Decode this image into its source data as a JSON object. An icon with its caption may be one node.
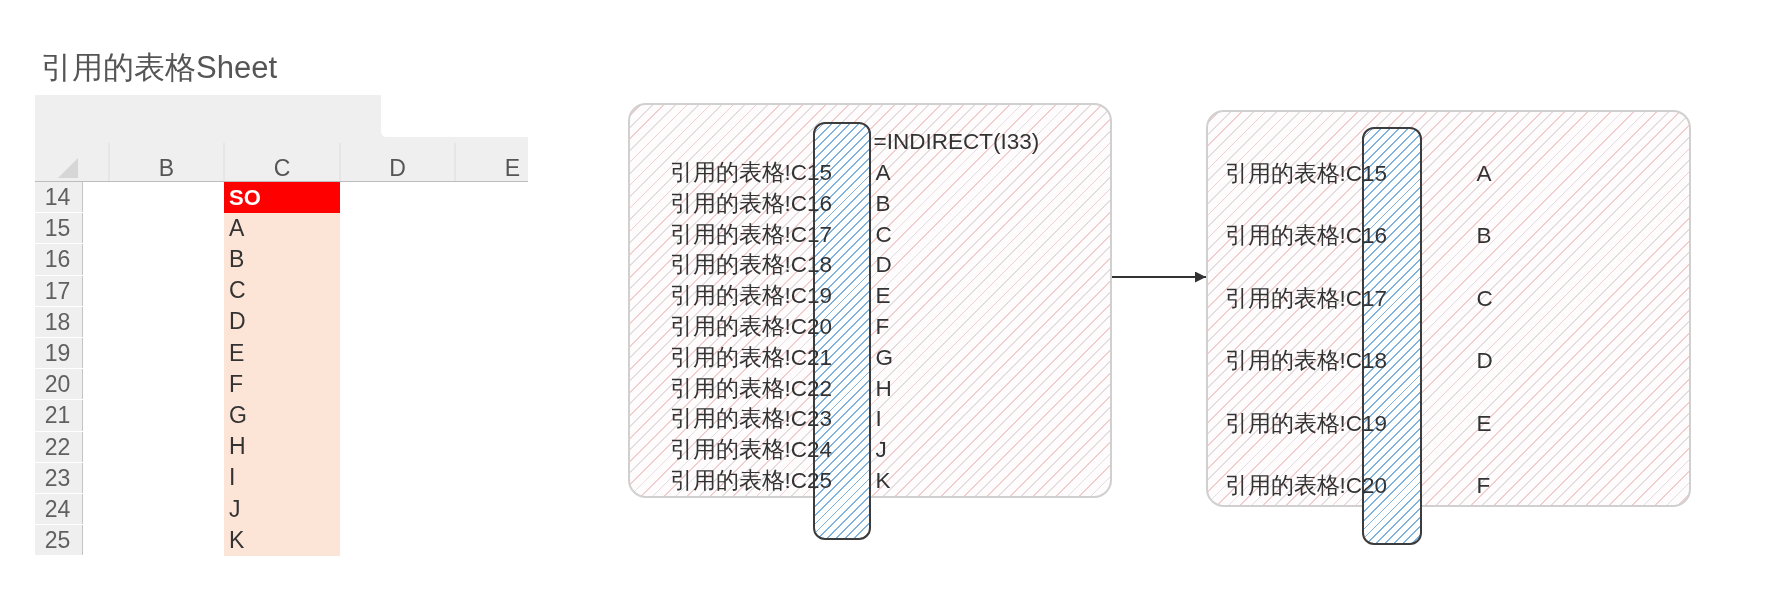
{
  "diagram": {
    "title": "引用的表格Sheet",
    "nodes": [
      {
        "text": [
          "=INDIRECT(I33)",
          "引用的表格!C15",
          "A",
          "引用的表格!C16",
          "B",
          "引用的表格!C17",
          "C",
          "引用的表格!C18",
          "D",
          "引用的表格!C19",
          "E",
          "引用的表格!C20",
          "F",
          "引用的表格!C21",
          "G",
          "引用的表格!C22",
          "H",
          "引用的表格!C23",
          "I",
          "引用的表格!C24",
          "J",
          "引用的表格!C25",
          "K"
        ]
      },
      {
        "text": [
          "引用的表格!C15",
          "A",
          "引用的表格!C16",
          "B",
          "引用的表格!C17",
          "C",
          "引用的表格!C18",
          "D",
          "引用的表格!C19",
          "E",
          "引用的表格!C20",
          "F"
        ]
      }
    ],
    "edges": [
      {
        "from": 0,
        "to": 1,
        "arrow": "to"
      }
    ],
    "labels": [
      "B",
      "C",
      "D",
      "E",
      "14",
      "SO",
      "15",
      "A",
      "16",
      "B",
      "17",
      "C",
      "18",
      "D",
      "19",
      "E",
      "20",
      "F",
      "21",
      "G",
      "22",
      "H",
      "23",
      "I",
      "24",
      "J",
      "25",
      "K"
    ]
  }
}
